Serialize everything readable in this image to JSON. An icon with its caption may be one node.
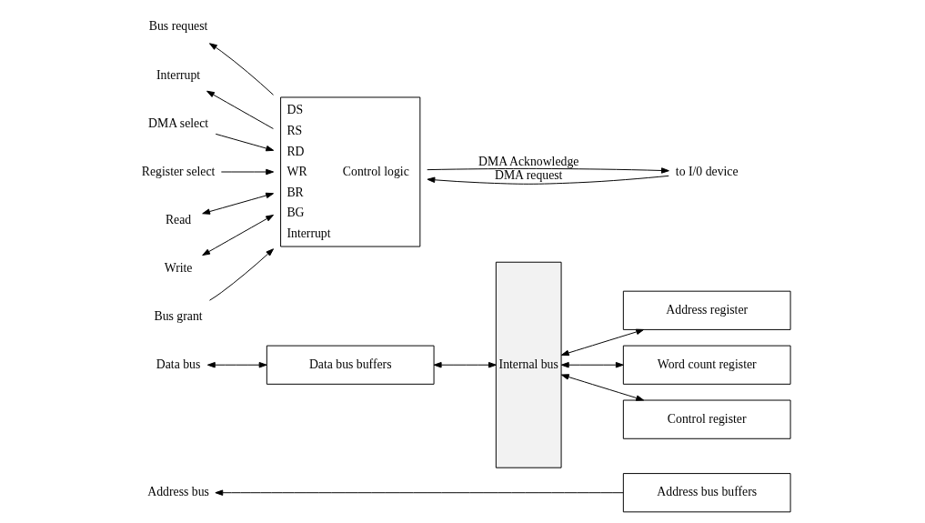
{
  "diagram": {
    "nodes": [
      {
        "text": [
          "Address bus"
        ]
      },
      {
        "text": [
          "Data bus"
        ]
      },
      {
        "text": [
          "Data bus buffers"
        ]
      },
      {
        "text": [
          "Address bus buffers"
        ]
      },
      {
        "text": [
          "Internal bus"
        ]
      },
      {
        "text": [
          "Address register"
        ]
      },
      {
        "text": [
          "Word count register"
        ]
      },
      {
        "text": [
          "Control register"
        ]
      },
      {
        "text": [
          "DS",
          "RS",
          "RD",
          "WR",
          "BR",
          "BG",
          "Interrupt",
          "Control logic"
        ]
      },
      {
        "text": [
          "DMA select"
        ]
      },
      {
        "text": [
          "Register select"
        ]
      },
      {
        "text": [
          "Read"
        ]
      },
      {
        "text": [
          "Write"
        ]
      },
      {
        "text": [
          "Bus request"
        ]
      },
      {
        "text": [
          "Bus grant"
        ]
      },
      {
        "text": [
          "Interrupt"
        ]
      },
      {
        "text": [
          "to I/0 device"
        ]
      }
    ],
    "edges": [
      {
        "from": 3,
        "to": 0,
        "arrow": "to"
      },
      {
        "from": 1,
        "to": 2,
        "arrow": "both"
      },
      {
        "from": 2,
        "to": 4,
        "arrow": "both"
      },
      {
        "from": 4,
        "to": 5,
        "arrow": "both"
      },
      {
        "from": 4,
        "to": 6,
        "arrow": "both"
      },
      {
        "from": 4,
        "to": 7,
        "arrow": "both"
      },
      {
        "from": 9,
        "to": 8,
        "arrow": "to"
      },
      {
        "from": 10,
        "to": 8,
        "arrow": "to"
      },
      {
        "from": 11,
        "to": 8,
        "arrow": "both"
      },
      {
        "from": 12,
        "to": 8,
        "arrow": "both"
      },
      {
        "from": 8,
        "to": 13,
        "arrow": "to"
      },
      {
        "from": 14,
        "to": 8,
        "arrow": "to"
      },
      {
        "from": 8,
        "to": 15,
        "arrow": "to"
      },
      {
        "from": 16,
        "to": 8,
        "arrow": "to",
        "label": "DMA request"
      },
      {
        "from": 8,
        "to": 16,
        "arrow": "to",
        "label": "DMA Acknowledge"
      }
    ]
  }
}
